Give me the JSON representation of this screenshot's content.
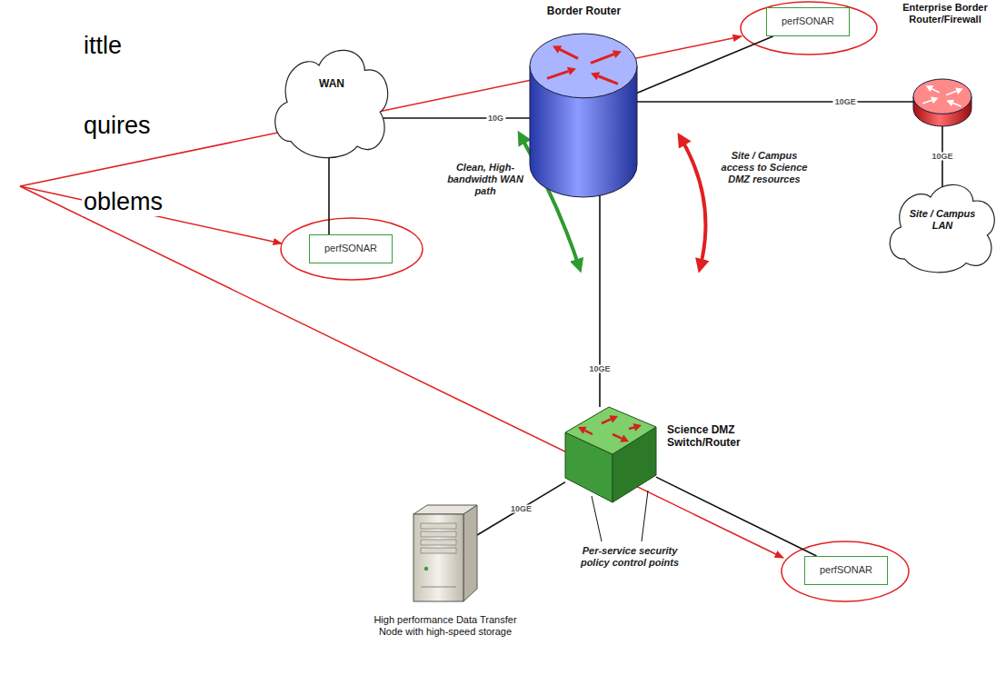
{
  "diagram": {
    "nodes": [
      {
        "text": [
          "WAN"
        ]
      },
      {
        "text": [
          "Border Router"
        ]
      },
      {
        "text": [
          "perfSONAR"
        ]
      },
      {
        "text": [
          "Enterprise Border Router/Firewall"
        ]
      },
      {
        "text": [
          "perfSONAR"
        ]
      },
      {
        "text": [
          "Site / Campus LAN"
        ]
      },
      {
        "text": [
          "Science DMZ Switch/Router"
        ]
      },
      {
        "text": [
          "High performance Data Transfer Node with high-speed storage"
        ]
      },
      {
        "text": [
          "perfSONAR"
        ]
      }
    ],
    "edges": [
      {
        "from": 0,
        "to": 1,
        "label": "10G",
        "arrow": "none"
      },
      {
        "from": 1,
        "to": 2,
        "arrow": "none"
      },
      {
        "from": 1,
        "to": 3,
        "label": "10GE",
        "arrow": "none"
      },
      {
        "from": 3,
        "to": 5,
        "label": "10GE",
        "arrow": "none"
      },
      {
        "from": 0,
        "to": 4,
        "arrow": "none"
      },
      {
        "from": 1,
        "to": 6,
        "label": "10GE",
        "arrow": "none"
      },
      {
        "from": 6,
        "to": 7,
        "label": "10GE",
        "arrow": "none"
      },
      {
        "from": 6,
        "to": 8,
        "arrow": "none"
      }
    ],
    "labels": [
      "ittle",
      "quires",
      "oblems",
      "Clean, High-bandwidth WAN path",
      "Site / Campus access to Science DMZ resources",
      "Per-service security policy control points"
    ]
  }
}
